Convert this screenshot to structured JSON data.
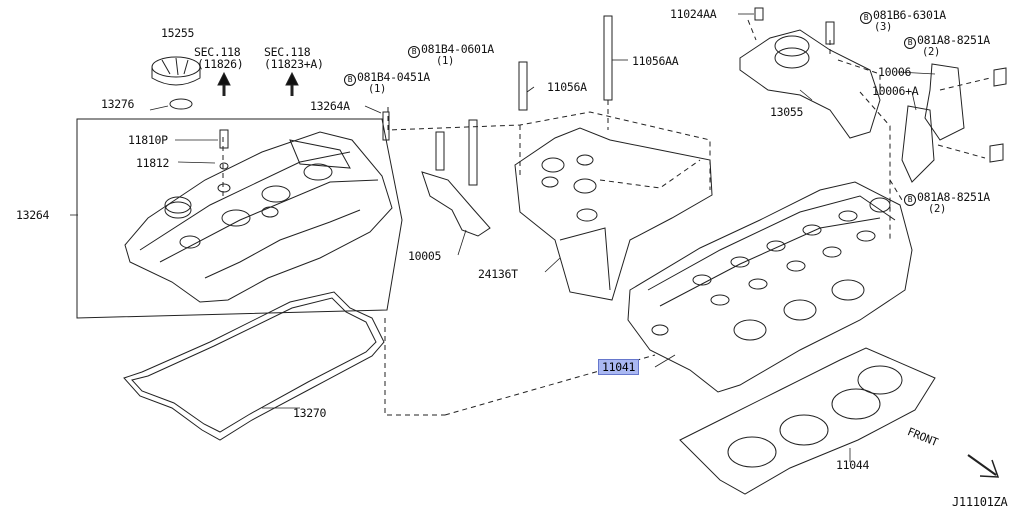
{
  "parts": {
    "p15255": "15255",
    "p13276": "13276",
    "p11810P": "11810P",
    "p11812": "11812",
    "p13264": "13264",
    "p13264A": "13264A",
    "p13270": "13270",
    "p11056A": "11056A",
    "p11056AA": "11056AA",
    "p10005": "10005",
    "p24136T": "24136T",
    "p11024AA": "11024AA",
    "p13055": "13055",
    "p10006": "10006",
    "p10006A": "10006+A",
    "p11041": "11041",
    "p11044": "11044"
  },
  "sections": {
    "sec1_title": "SEC.118",
    "sec1_ref": "(11826)",
    "sec2_title": "SEC.118",
    "sec2_ref": "(11823+A)"
  },
  "bolts": {
    "b1_code": "081B4-0451A",
    "b1_qty": "(1)",
    "b2_code": "081B4-0601A",
    "b2_qty": "(1)",
    "b3_code": "081B6-6301A",
    "b3_qty": "(3)",
    "b4_code": "081A8-8251A",
    "b4_qty": "(2)",
    "b5_code": "081A8-8251A",
    "b5_qty": "(2)",
    "circle_letter": "B"
  },
  "front_label": "FRONT",
  "diagram_id": "J11101ZA",
  "colors": {
    "highlight": "#aab8f2",
    "line": "#222222"
  }
}
